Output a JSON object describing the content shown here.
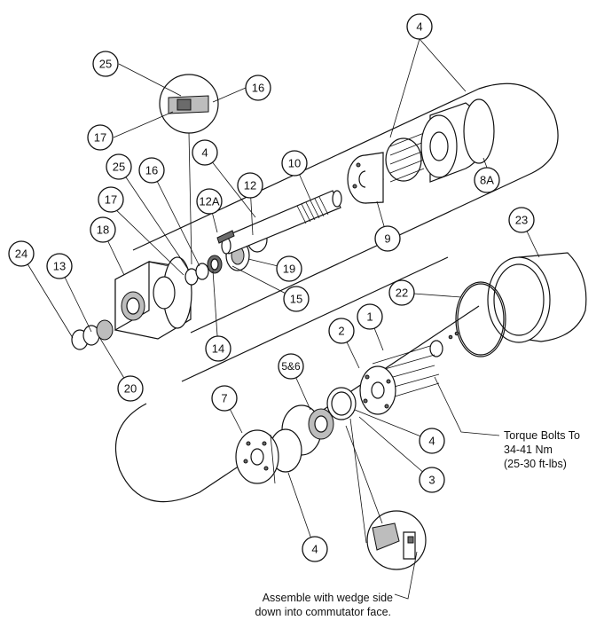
{
  "callouts": {
    "c4a": "4",
    "c25a": "25",
    "c16a": "16",
    "c17a": "17",
    "c8a": "8A",
    "c4b": "4",
    "c10": "10",
    "c25b": "25",
    "c16b": "16",
    "c12": "12",
    "c12a": "12A",
    "c17b": "17",
    "c18": "18",
    "c24": "24",
    "c13": "13",
    "c19": "19",
    "c15": "15",
    "c14": "14",
    "c20": "20",
    "c9": "9",
    "c23": "23",
    "c22": "22",
    "c1": "1",
    "c2": "2",
    "c5and6": "5&6",
    "c7": "7",
    "c4c": "4",
    "c3": "3",
    "c4d": "4"
  },
  "notes": {
    "torque_line1": "Torque Bolts To",
    "torque_line2": "34-41 Nm",
    "torque_line3": "(25-30 ft-lbs)",
    "assemble_line1": "Assemble with wedge side",
    "assemble_line2": "down into commutator face."
  }
}
